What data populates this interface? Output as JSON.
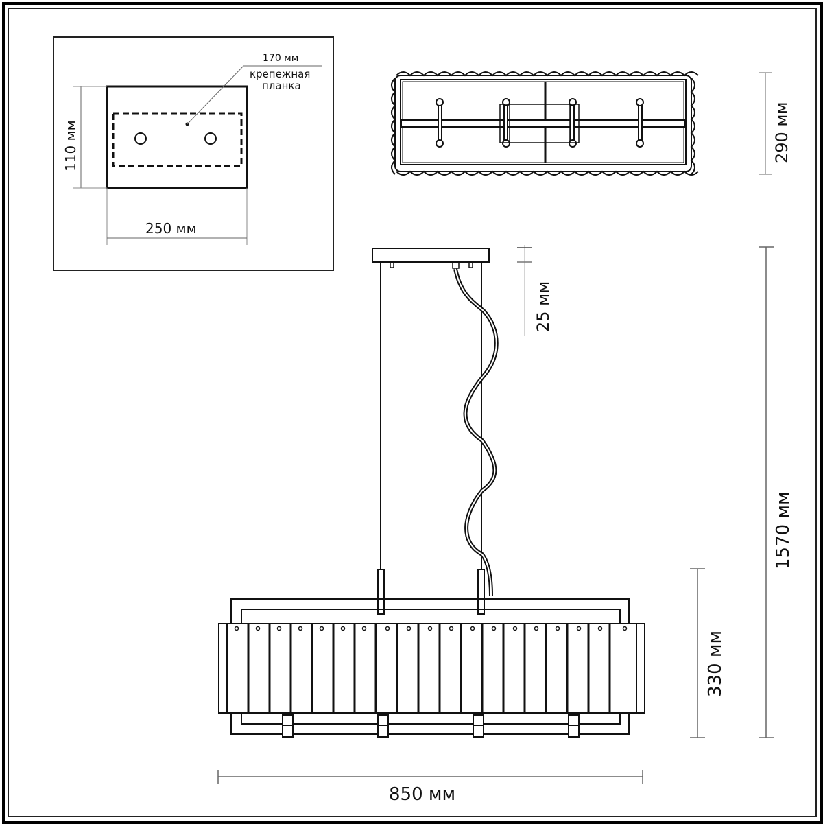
{
  "drawing": {
    "type": "technical dimension drawing - pendant chandelier",
    "units": "мм"
  },
  "mount_plate_view": {
    "width_label": "250 мм",
    "height_label": "110 мм",
    "bracket_size_label": "170 мм",
    "bracket_caption_line1": "крепежная",
    "bracket_caption_line2": "планка"
  },
  "top_view": {
    "depth_label": "290 мм"
  },
  "front_view": {
    "canopy_height_label": "25 мм",
    "total_height_label": "1570 мм",
    "shade_height_label": "330 мм",
    "width_label": "850 мм",
    "crystal_panel_count": 19
  },
  "colors": {
    "line": "#111111",
    "dimension_line": "#666666",
    "background": "#ffffff"
  }
}
